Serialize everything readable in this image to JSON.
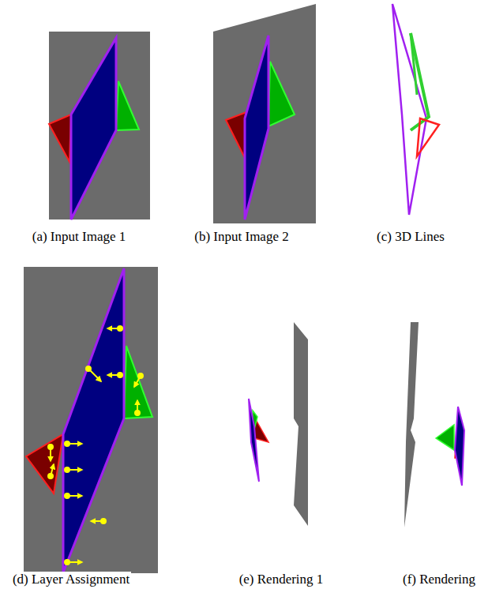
{
  "diagram": {
    "labels": [
      "(a) Input Image 1",
      "(b) Input Image 2",
      "(c) 3D Lines",
      "(d) Layer Assignment",
      "(e) Rendering 1",
      "(f) Rendering"
    ]
  }
}
